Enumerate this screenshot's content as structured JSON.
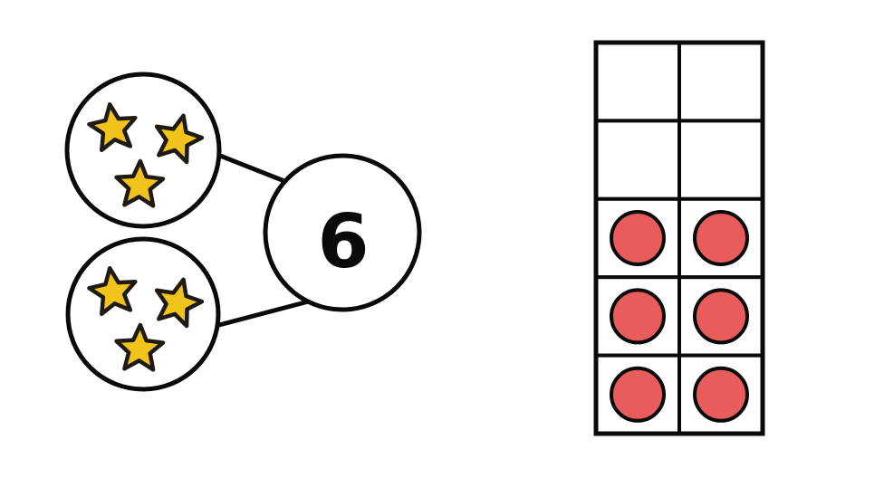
{
  "number_bond": {
    "whole": "6",
    "parts": [
      {
        "id": "top",
        "icon": "star-icon",
        "count": 3
      },
      {
        "id": "bottom",
        "icon": "star-icon",
        "count": 3
      }
    ]
  },
  "ten_frame": {
    "rows": 5,
    "columns": 2,
    "counter_total": 6,
    "filled_cells": [
      {
        "row": 2,
        "col": 0
      },
      {
        "row": 2,
        "col": 1
      },
      {
        "row": 3,
        "col": 0
      },
      {
        "row": 3,
        "col": 1
      },
      {
        "row": 4,
        "col": 0
      },
      {
        "row": 4,
        "col": 1
      }
    ]
  },
  "colors": {
    "background": "#ffffff",
    "outline": "#0a0a0a",
    "star_fill": "#f0c41a",
    "star_outline": "#1f1a13",
    "counter_fill": "#e85c5c",
    "counter_outline": "#0a0a0a"
  }
}
